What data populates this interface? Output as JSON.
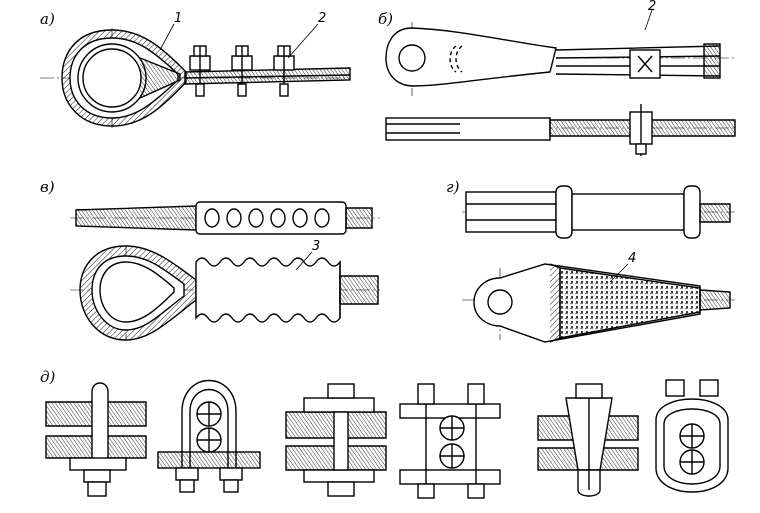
{
  "panels": [
    {
      "id": "a",
      "label": "а)"
    },
    {
      "id": "b",
      "label": "б)"
    },
    {
      "id": "v",
      "label": "в)"
    },
    {
      "id": "g",
      "label": "г)"
    },
    {
      "id": "d",
      "label": "д)"
    }
  ],
  "callouts": [
    "1",
    "2",
    "2",
    "3",
    "4"
  ]
}
